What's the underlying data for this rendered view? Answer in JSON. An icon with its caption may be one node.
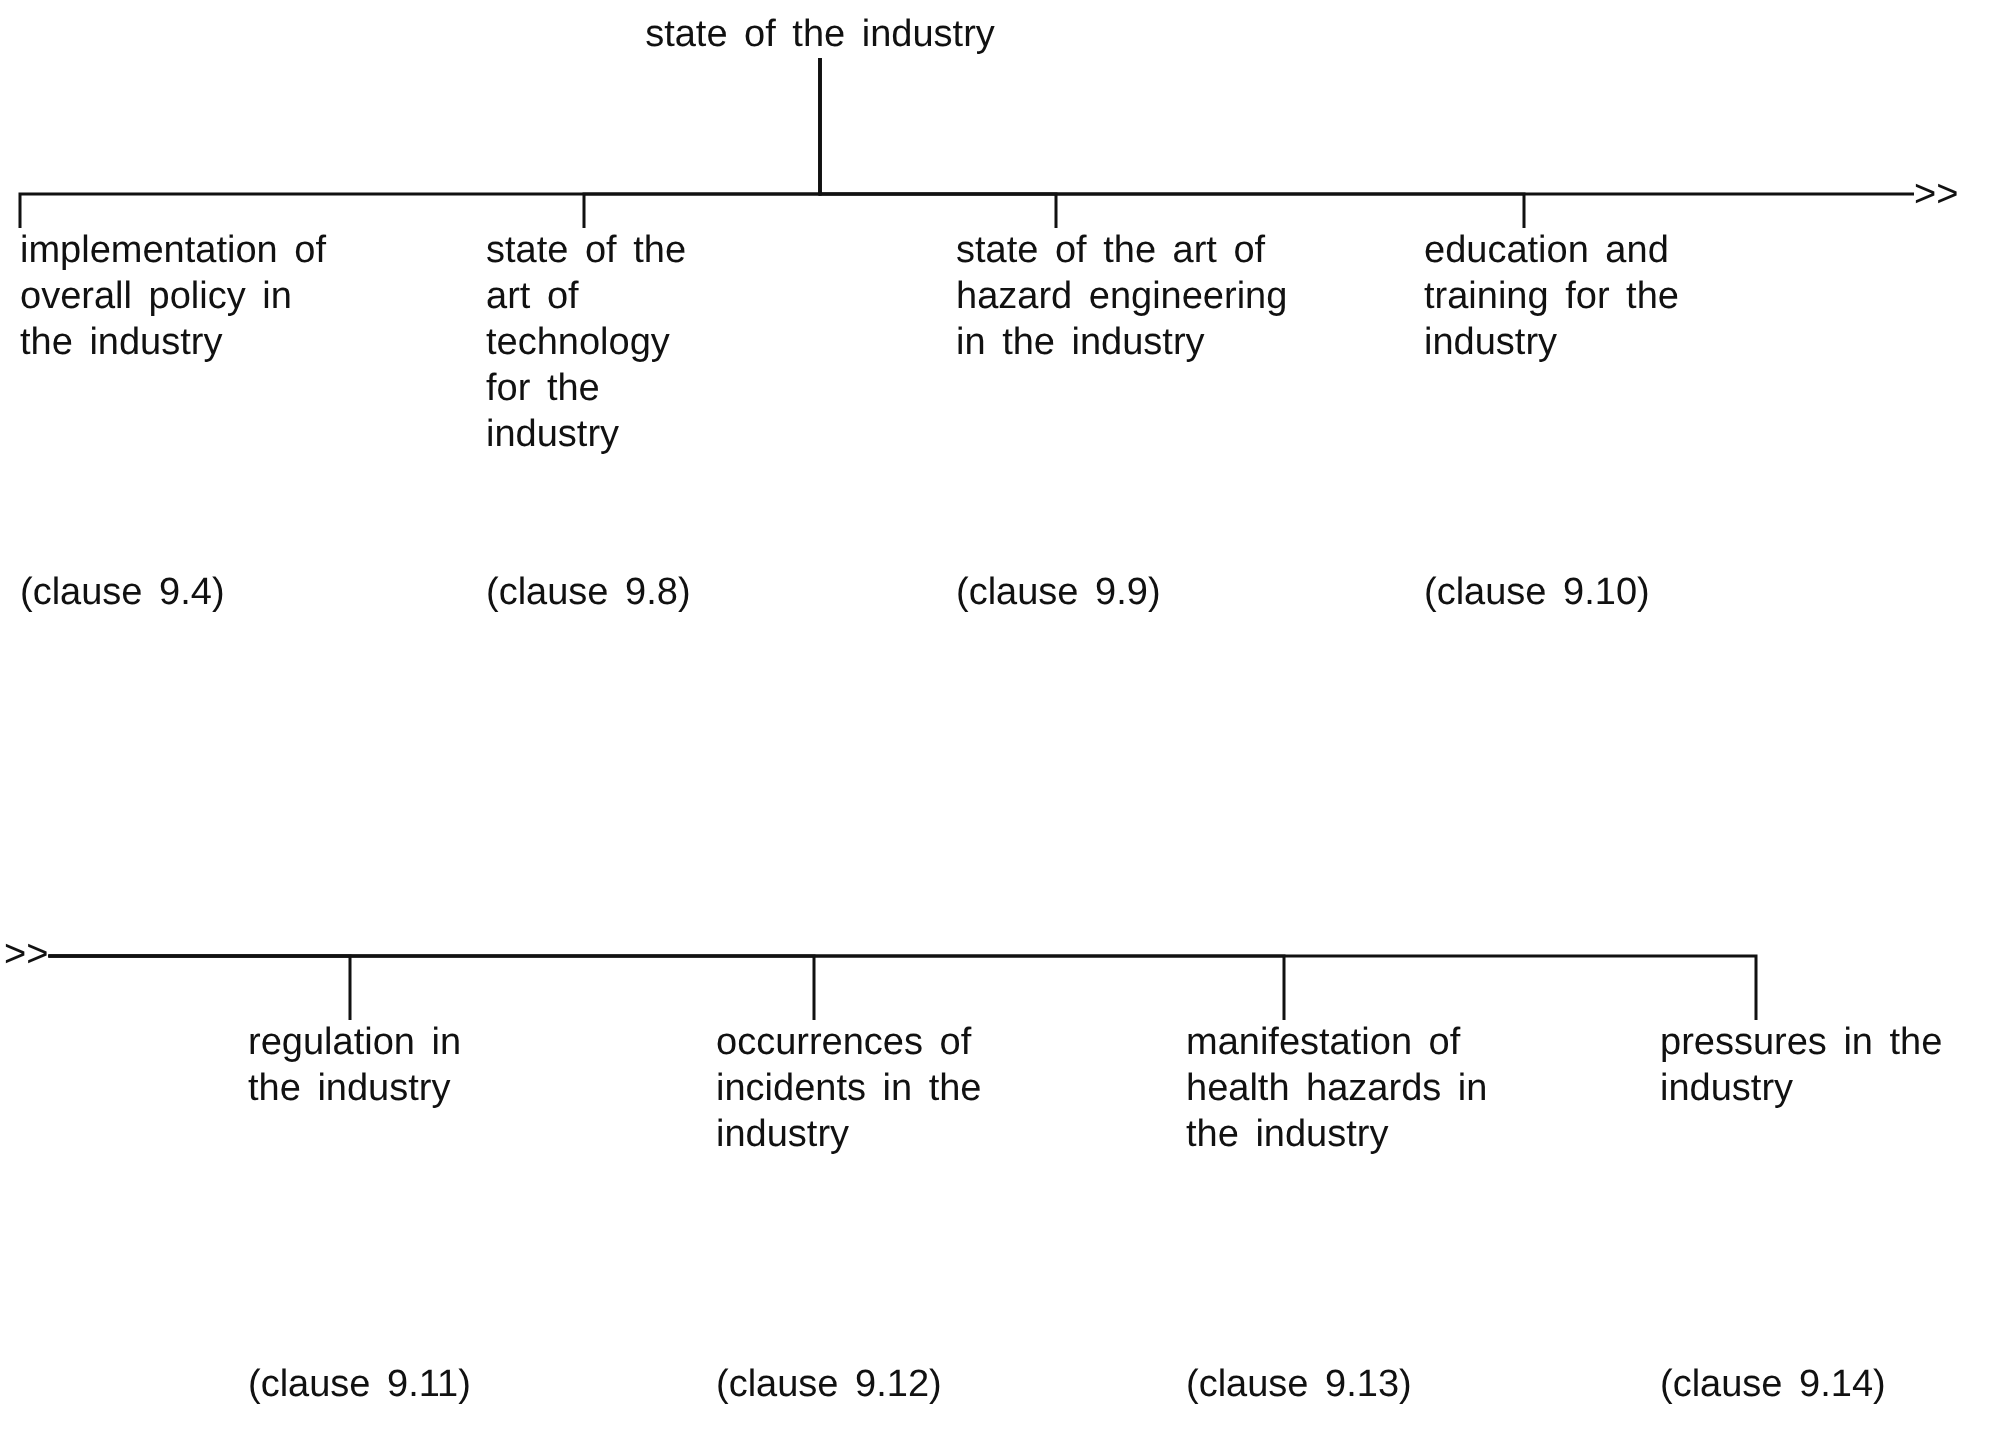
{
  "diagram": {
    "nodes": [
      {
        "text": [
          "state of the industry"
        ]
      },
      {
        "text": [
          "implementation of overall policy in the industry",
          "(clause 9.4)"
        ]
      },
      {
        "text": [
          "state of the art of technology for the industry",
          "(clause 9.8)"
        ]
      },
      {
        "text": [
          "state of the art of hazard engineering in the industry",
          "(clause 9.9)"
        ]
      },
      {
        "text": [
          "education and training for the industry",
          "(clause 9.10)"
        ]
      },
      {
        "text": [
          ">>"
        ]
      },
      {
        "text": [
          ">>"
        ]
      },
      {
        "text": [
          "regulation in the industry",
          "(clause 9.11)"
        ]
      },
      {
        "text": [
          "occurrences of incidents in the industry",
          "(clause 9.12)"
        ]
      },
      {
        "text": [
          "manifestation of health hazards in the industry",
          "(clause 9.13)"
        ]
      },
      {
        "text": [
          "pressures in the industry",
          "(clause 9.14)"
        ]
      }
    ],
    "edges": [
      {
        "from": 0,
        "to": 1,
        "arrow": "none"
      },
      {
        "from": 0,
        "to": 2,
        "arrow": "none"
      },
      {
        "from": 0,
        "to": 3,
        "arrow": "none"
      },
      {
        "from": 0,
        "to": 4,
        "arrow": "none"
      },
      {
        "from": 0,
        "to": 5,
        "arrow": "none"
      },
      {
        "from": 6,
        "to": 7,
        "arrow": "none"
      },
      {
        "from": 6,
        "to": 8,
        "arrow": "none"
      },
      {
        "from": 6,
        "to": 9,
        "arrow": "none"
      },
      {
        "from": 6,
        "to": 10,
        "arrow": "none"
      }
    ]
  }
}
